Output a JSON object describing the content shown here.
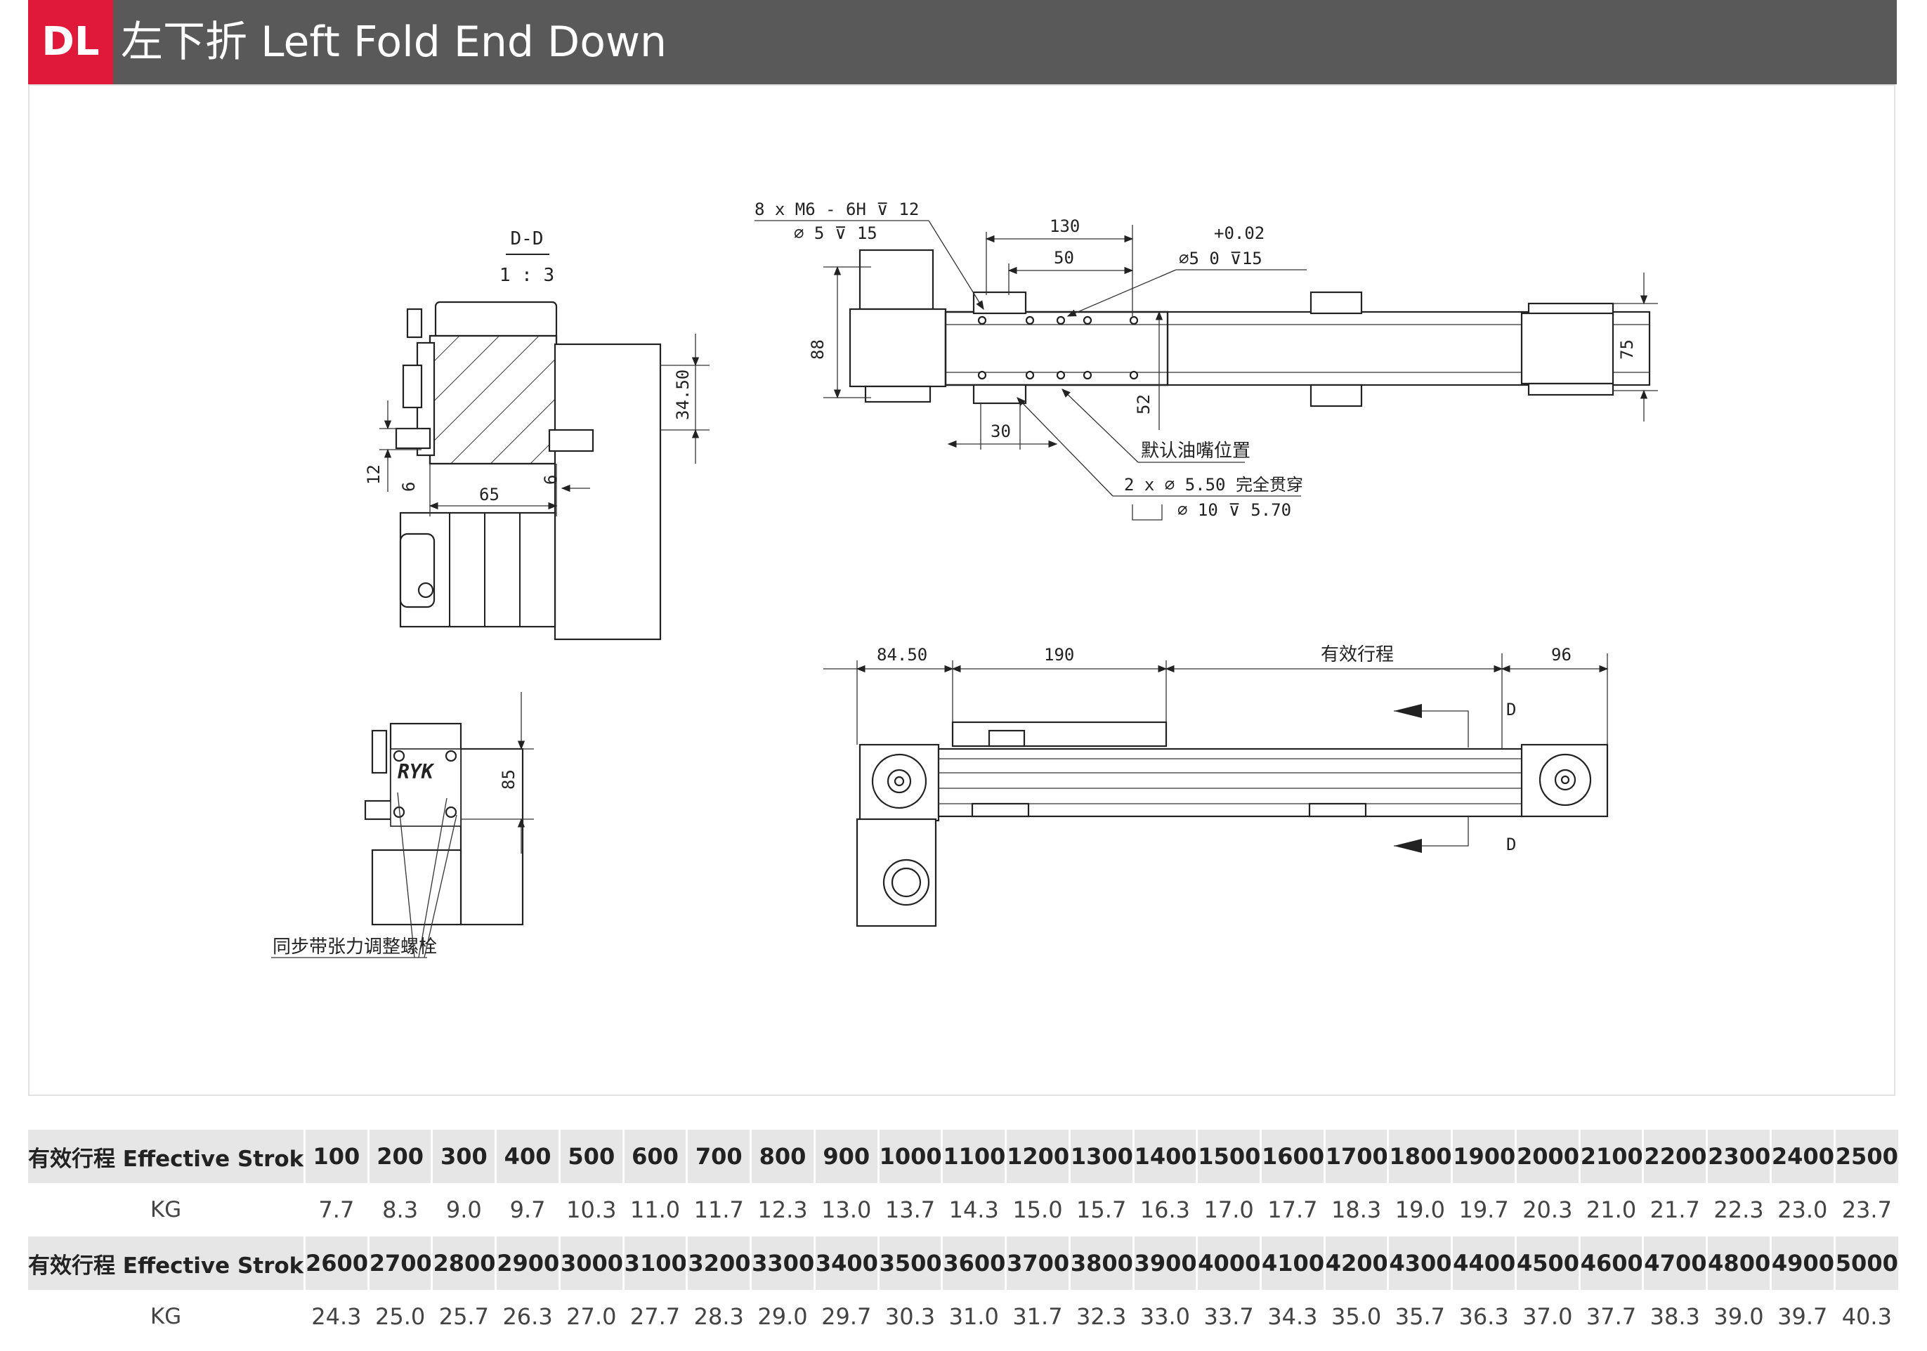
{
  "header": {
    "code": "DL",
    "title": "左下折 Left Fold End Down"
  },
  "drawing": {
    "section_label": "D-D",
    "section_scale": "1 : 3",
    "dims": {
      "d_34_50": "34.50",
      "d_65": "65",
      "d_6a": "6",
      "d_6b": "6",
      "d_12": "12",
      "d_130": "130",
      "d_50": "50",
      "d_88": "88",
      "d_52": "52",
      "d_30": "30",
      "d_75": "75",
      "d_85": "85",
      "d_84_50": "84.50",
      "d_190": "190",
      "d_96": "96",
      "effective_stroke": "有效行程"
    },
    "notes": {
      "thread_line1": "8 x  M6 - 6H ⊽ 12",
      "thread_line2": "⌀ 5 ⊽ 15",
      "pin_tol": "+0.02",
      "pin_line": "⌀5   0    ⊽15",
      "grease": "默认油嘴位置",
      "hole_line1": "2 x  ⌀ 5.50 完全贯穿",
      "hole_line2": "⌀ 10 ⊽ 5.70",
      "belt_bolt": "同步带张力调整螺栓",
      "section_mark": "D"
    },
    "logo_text": "RYK"
  },
  "spec_table": {
    "label": "有效行程 Effective Stroke",
    "kg_label": "KG",
    "row1_strokes": [
      "100",
      "200",
      "300",
      "400",
      "500",
      "600",
      "700",
      "800",
      "900",
      "1000",
      "1100",
      "1200",
      "1300",
      "1400",
      "1500",
      "1600",
      "1700",
      "1800",
      "1900",
      "2000",
      "2100",
      "2200",
      "2300",
      "2400",
      "2500"
    ],
    "row1_kg": [
      "7.7",
      "8.3",
      "9.0",
      "9.7",
      "10.3",
      "11.0",
      "11.7",
      "12.3",
      "13.0",
      "13.7",
      "14.3",
      "15.0",
      "15.7",
      "16.3",
      "17.0",
      "17.7",
      "18.3",
      "19.0",
      "19.7",
      "20.3",
      "21.0",
      "21.7",
      "22.3",
      "23.0",
      "23.7"
    ],
    "row2_strokes": [
      "2600",
      "2700",
      "2800",
      "2900",
      "3000",
      "3100",
      "3200",
      "3300",
      "3400",
      "3500",
      "3600",
      "3700",
      "3800",
      "3900",
      "4000",
      "4100",
      "4200",
      "4300",
      "4400",
      "4500",
      "4600",
      "4700",
      "4800",
      "4900",
      "5000"
    ],
    "row2_kg": [
      "24.3",
      "25.0",
      "25.7",
      "26.3",
      "27.0",
      "27.7",
      "28.3",
      "29.0",
      "29.7",
      "30.3",
      "31.0",
      "31.7",
      "32.3",
      "33.0",
      "33.7",
      "34.3",
      "35.0",
      "35.7",
      "36.3",
      "37.0",
      "37.7",
      "38.3",
      "39.0",
      "39.7",
      "40.3"
    ]
  }
}
